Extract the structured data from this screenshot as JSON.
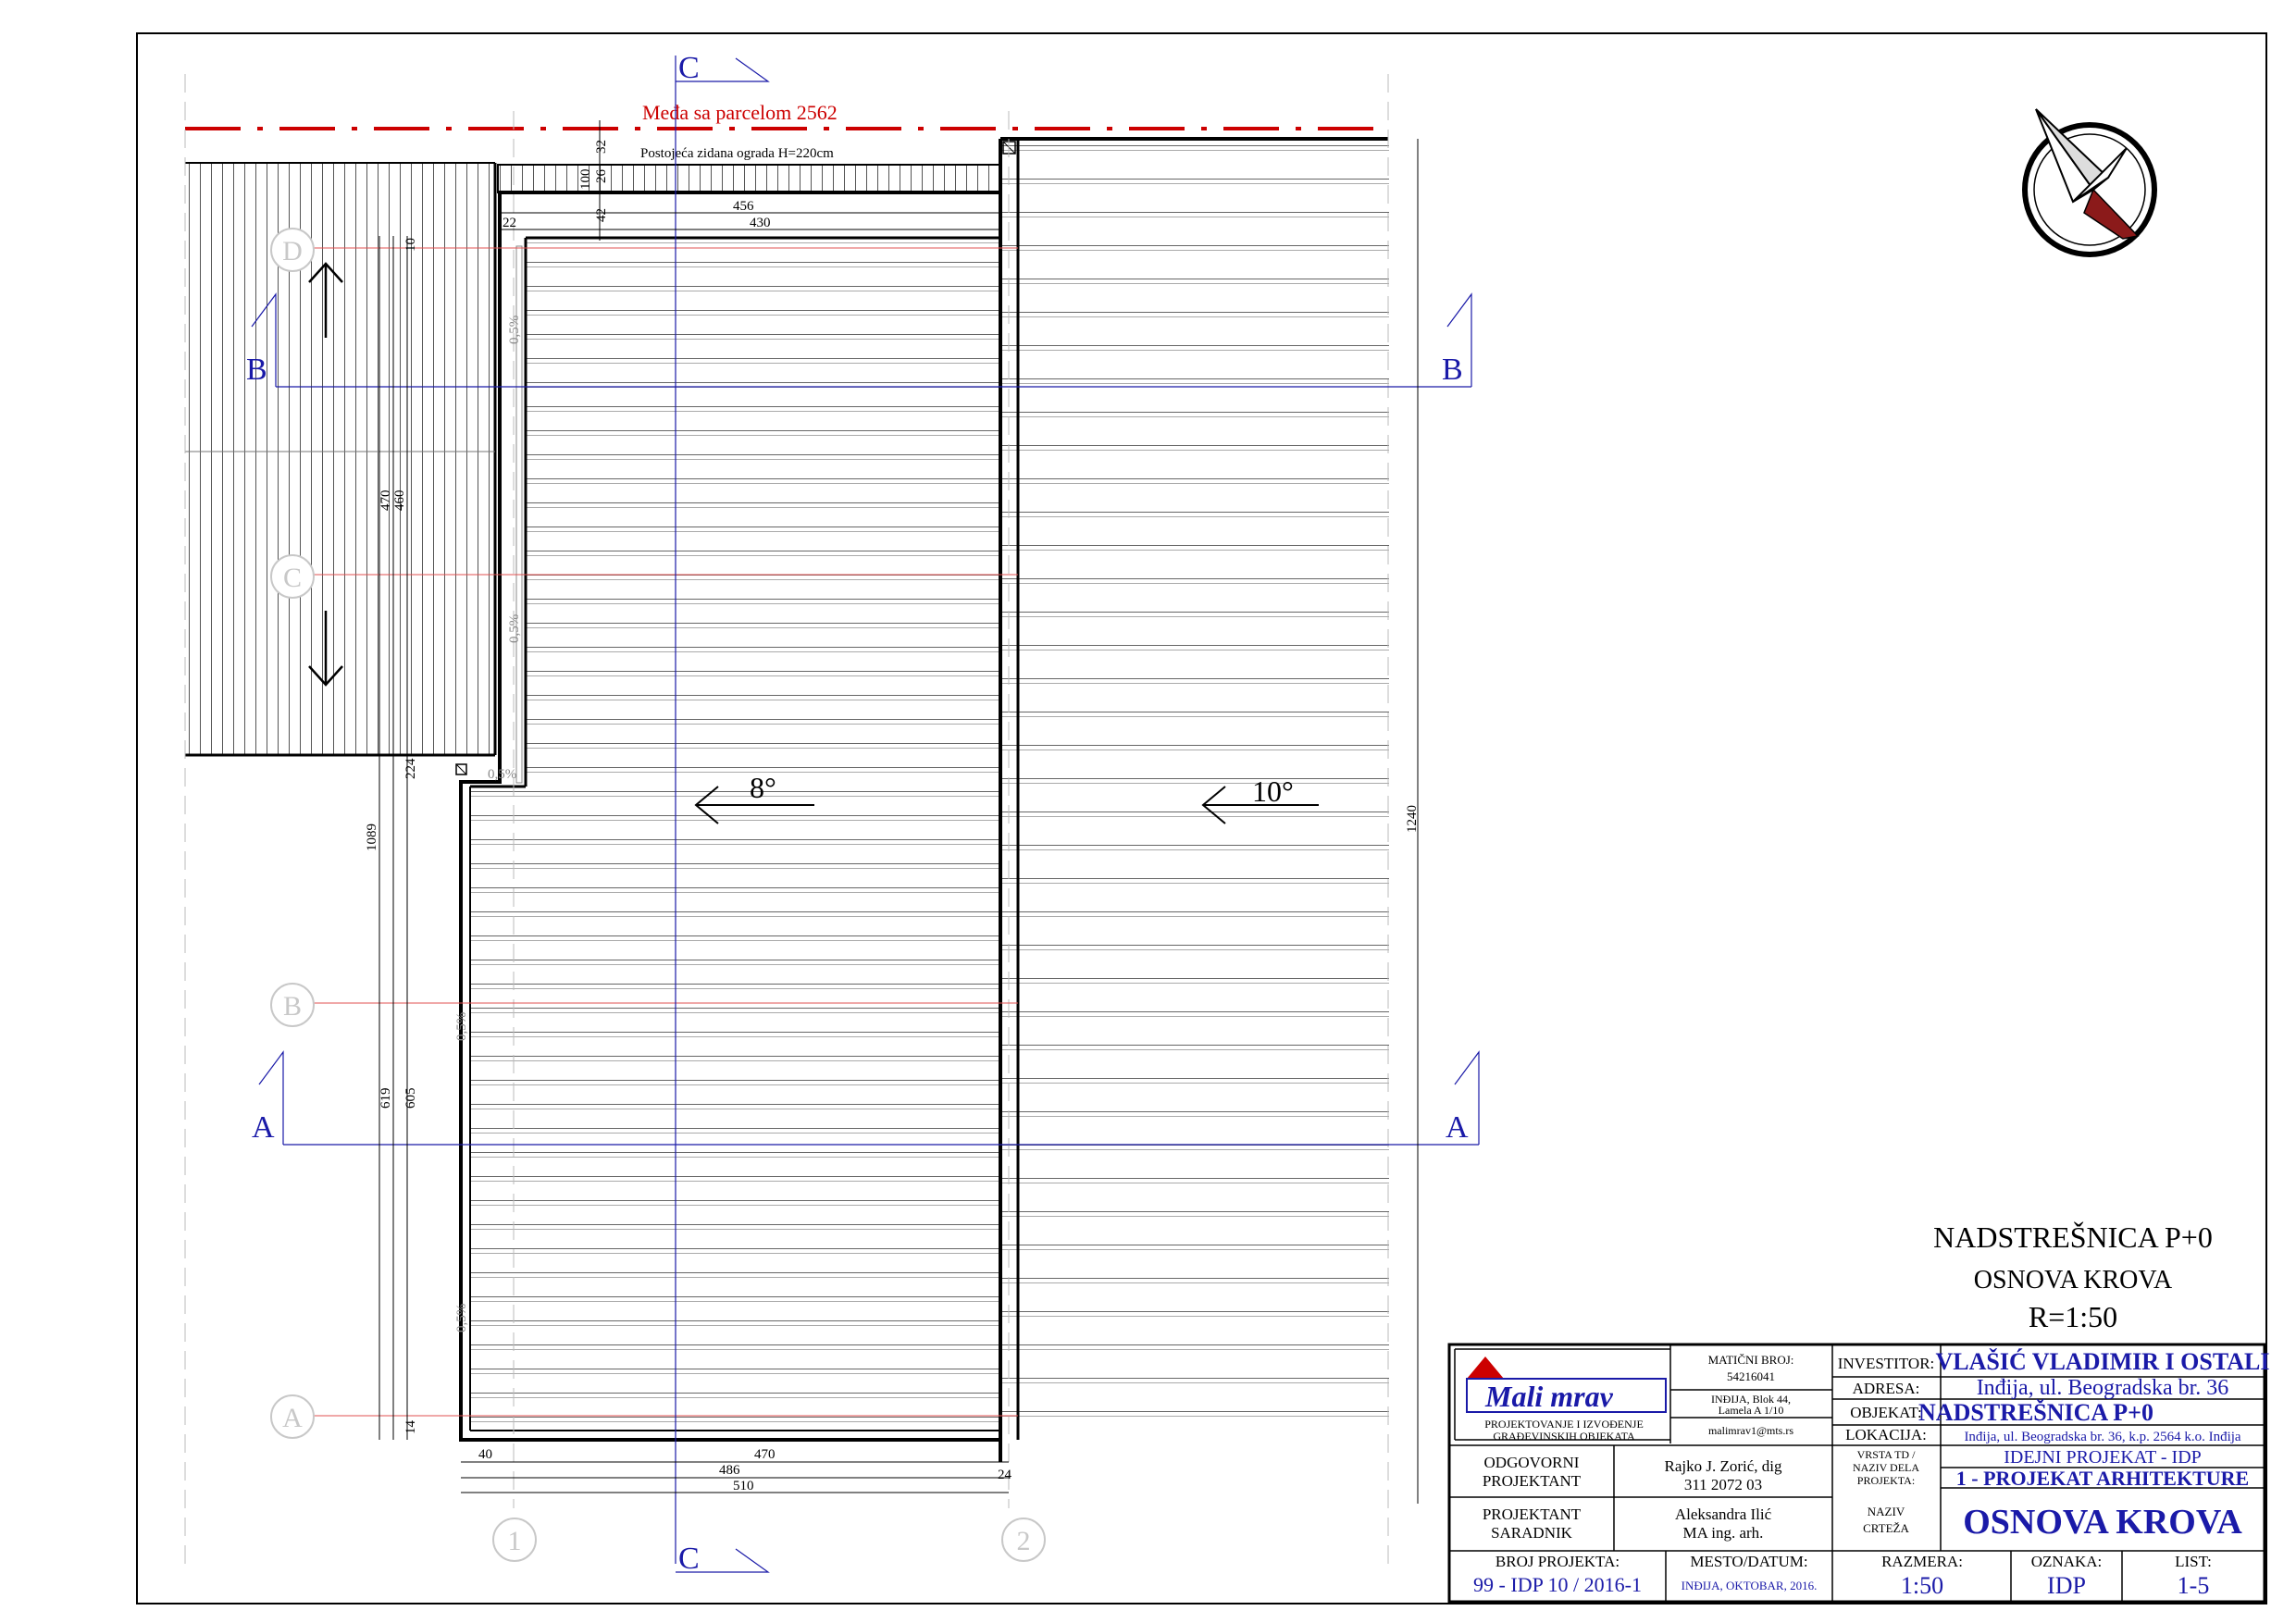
{
  "drawing": {
    "boundary_label": "Međa sa parcelom 2562",
    "wall_label": "Postojeća zidana ograda H=220cm",
    "section_marks": {
      "a": "A",
      "b": "B",
      "c": "C"
    },
    "axis_labels": {
      "d": "D",
      "c": "C",
      "b": "B",
      "a": "A",
      "n1": "1",
      "n2": "2"
    },
    "slopes": {
      "roof_left": "8°",
      "roof_right": "10°",
      "gutter": "0,5%"
    },
    "dimensions": {
      "d32": "32",
      "d26": "26",
      "d100": "100",
      "d42": "42",
      "d456": "456",
      "d430": "430",
      "d22": "22",
      "d10": "10",
      "d470v": "470",
      "d460": "460",
      "d1089": "1089",
      "d224": "224",
      "d619": "619",
      "d605": "605",
      "d14": "14",
      "d1240": "1240",
      "d40": "40",
      "d470h": "470",
      "d486": "486",
      "d510": "510",
      "d24": "24"
    },
    "colors": {
      "boundary": "#cc0000",
      "section": "#1a1aa8",
      "north": "#8b1a1a"
    }
  },
  "sheet_title": {
    "line1": "NADSTREŠNICA P+0",
    "line2": "OSNOVA KROVA",
    "line3": "R=1:50"
  },
  "title_block": {
    "logo_text": "Mali mrav",
    "company_line1": "PROJEKTOVANJE I IZVOĐENJE",
    "company_line2": "GRAĐEVINSKIH OBJEKATA",
    "mb_label": "MATIČNI BROJ:",
    "mb_value": "54216041",
    "address_line1": "INĐIJA, Blok 44,",
    "address_line2": "Lamela A 1/10",
    "email": "malimrav1@mts.rs",
    "investitor_label": "INVESTITOR:",
    "investitor": "VLAŠIĆ VLADIMIR I OSTALI",
    "adresa_label": "ADRESA:",
    "adresa": "Inđija, ul. Beogradska br. 36",
    "objekat_label": "OBJEKAT:",
    "objekat": "NADSTREŠNICA P+0",
    "lokacija_label": "LOKACIJA:",
    "lokacija": "Inđija, ul. Beogradska br. 36, k.p. 2564 k.o. Inđija",
    "odgovorni_label1": "ODGOVORNI",
    "odgovorni_label2": "PROJEKTANT",
    "odgovorni_name": "Rajko J. Zorić, dig",
    "odgovorni_lic": "311 2072 03",
    "saradnik_label1": "PROJEKTANT",
    "saradnik_label2": "SARADNIK",
    "saradnik_name": "Aleksandra Ilić",
    "saradnik_title": "MA ing. arh.",
    "vrsta_label1": "VRSTA TD /",
    "vrsta_label2": "NAZIV DELA",
    "vrsta_label3": "PROJEKTA:",
    "vrsta_value": "IDEJNI PROJEKAT - IDP",
    "deo_value": "1 - PROJEKAT ARHITEKTURE",
    "naziv_label1": "NAZIV",
    "naziv_label2": "CRTEŽA",
    "naziv_value": "OSNOVA KROVA",
    "broj_label": "BROJ PROJEKTA:",
    "broj_value": "99 - IDP 10 / 2016-1",
    "mesto_label": "MESTO/DATUM:",
    "mesto_value": "INĐIJA, OKTOBAR, 2016.",
    "razmera_label": "RAZMERA:",
    "razmera_value": "1:50",
    "oznaka_label": "OZNAKA:",
    "oznaka_value": "IDP",
    "list_label": "LIST:",
    "list_value": "1-5"
  }
}
